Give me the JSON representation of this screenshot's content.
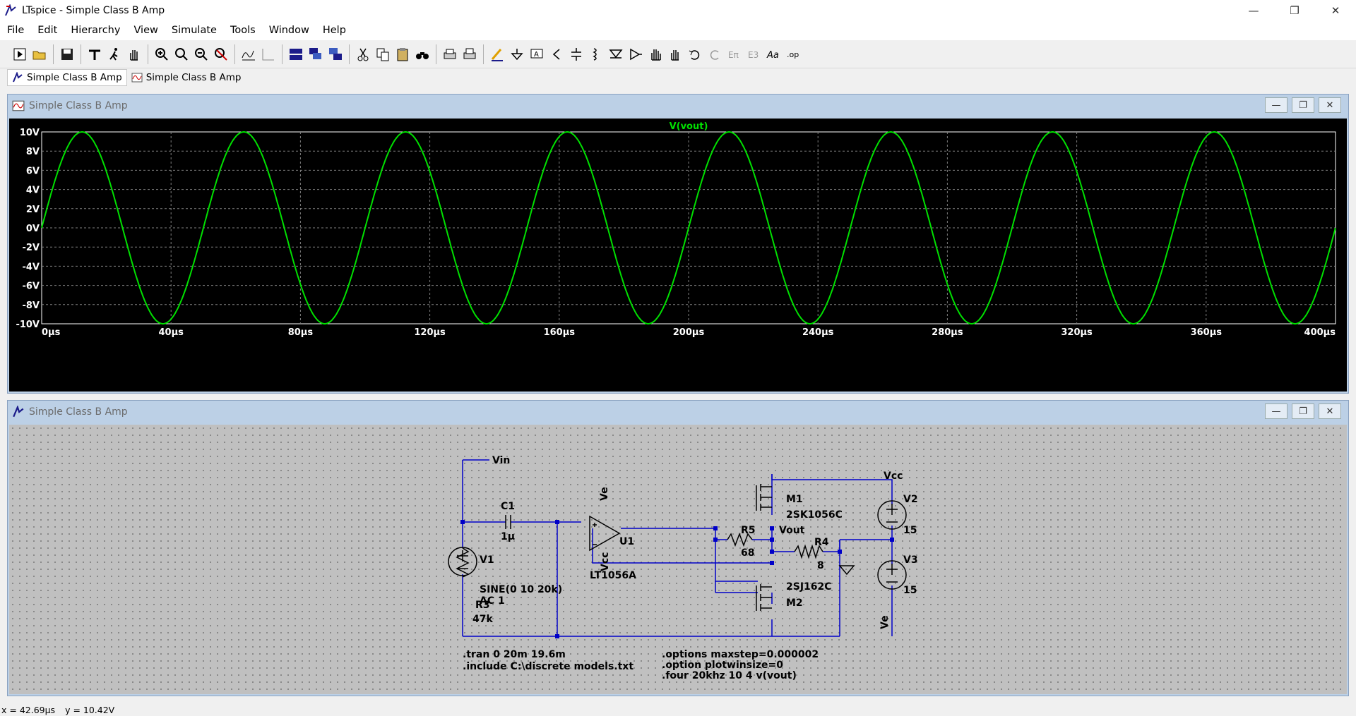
{
  "window": {
    "title": "LTspice - Simple Class B Amp",
    "minimize": "—",
    "restore": "❐",
    "close": "✕"
  },
  "menu": [
    "File",
    "Edit",
    "Hierarchy",
    "View",
    "Simulate",
    "Tools",
    "Window",
    "Help"
  ],
  "tabs": [
    {
      "label": "Simple Class B Amp",
      "icon": "schematic-icon"
    },
    {
      "label": "Simple Class B Amp",
      "icon": "waveform-icon"
    }
  ],
  "plot_window": {
    "title": "Simple Class B Amp"
  },
  "schematic_window": {
    "title": "Simple Class B Amp"
  },
  "mdi_buttons": {
    "minimize": "—",
    "restore": "❐",
    "close": "✕"
  },
  "colors": {
    "trace": "#00e000",
    "wire": "#0000c8",
    "background": "#000000",
    "grid": "#7f7f7f"
  },
  "chart_data": {
    "type": "line",
    "title": "V(vout)",
    "x_ticks": [
      "0µs",
      "40µs",
      "80µs",
      "120µs",
      "160µs",
      "200µs",
      "240µs",
      "280µs",
      "320µs",
      "360µs",
      "400µs"
    ],
    "y_ticks": [
      "10V",
      "8V",
      "6V",
      "4V",
      "2V",
      "0V",
      "-2V",
      "-4V",
      "-6V",
      "-8V",
      "-10V"
    ],
    "xlim": [
      0,
      400
    ],
    "ylim": [
      -10,
      10
    ],
    "grid": true,
    "series": [
      {
        "name": "V(vout)",
        "amplitude": 10,
        "frequency_hz": 20000,
        "unit": "V"
      }
    ]
  },
  "schematic": {
    "labels": {
      "vin": "Vin",
      "c1": "C1",
      "c1_val": "1µ",
      "ve_top": "Ve",
      "u1": "U1",
      "vcc_op": "Vcc",
      "opamp_model": "LT1056A",
      "m1": "M1",
      "m1_model": "2SK1056C",
      "vout": "Vout",
      "r5": "R5",
      "r5_val": "68",
      "r4": "R4",
      "r4_val": "8",
      "m2_model": "2SJ162C",
      "m2": "M2",
      "vcc": "Vcc",
      "v2": "V2",
      "v2_val": "15",
      "v3": "V3",
      "v3_val": "15",
      "ve_bottom": "Ve",
      "v1": "V1",
      "v1_val": "SINE(0 10 20k)",
      "v1_ac": "AC 1",
      "r3": "R3",
      "r3_val": "47k"
    },
    "directives": [
      ".tran 0 20m 19.6m",
      ".include C:\\discrete models.txt"
    ],
    "options": [
      ".options maxstep=0.000002",
      ".option plotwinsize=0",
      ".four 20khz 10 4 v(vout)"
    ]
  },
  "status": {
    "x": "x = 42.69µs",
    "y": "y = 10.42V"
  }
}
